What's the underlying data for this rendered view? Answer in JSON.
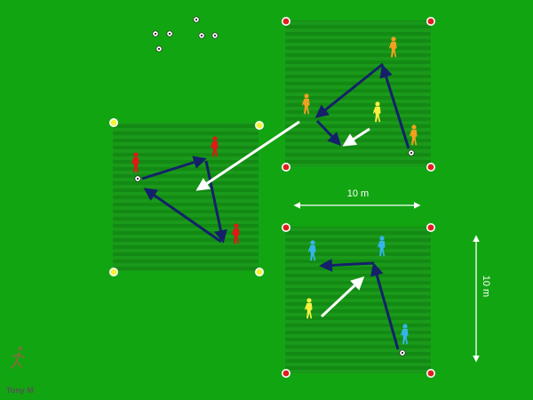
{
  "colors": {
    "grass": "#12a512",
    "stripe_light": "#1a9a1a",
    "stripe_dark": "#128a12",
    "cone_red": "#dd1f1f",
    "cone_yellow": "#f2f23a",
    "pass_arrow": "#ffffff",
    "run_arrow": "#14216a",
    "team_red": "#e01818",
    "team_orange": "#f0a020",
    "team_yellow": "#f7ef40",
    "team_blue": "#35b4ea"
  },
  "dimensions": {
    "horizontal_label": "10 m",
    "vertical_label": "10 m"
  },
  "logo": {
    "text": "Tony M"
  },
  "grids": [
    {
      "name": "left-grid",
      "team": "red",
      "cone_color": "yellow"
    },
    {
      "name": "top-right-grid",
      "team": "orange",
      "cone_color": "red"
    },
    {
      "name": "bottom-right-grid",
      "team": "blue",
      "cone_color": "red"
    }
  ]
}
